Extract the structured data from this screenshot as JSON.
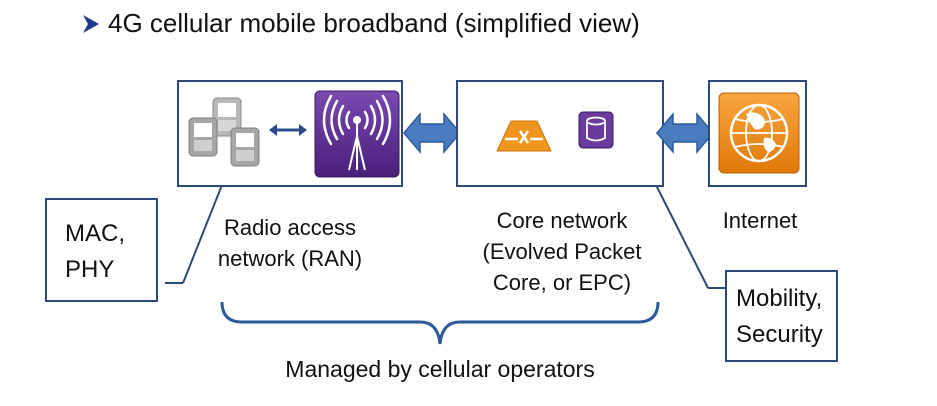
{
  "title": "4G cellular mobile broadband (simplified view)",
  "boxes": {
    "ran_label_line1": "Radio access",
    "ran_label_line2": "network (RAN)",
    "core_label_line1": "Core network",
    "core_label_line2": "(Evolved Packet",
    "core_label_line3": "Core, or EPC)",
    "internet_label": "Internet"
  },
  "notes": {
    "left_line1": "MAC,",
    "left_line2": "PHY",
    "right_line1": "Mobility,",
    "right_line2": "Security"
  },
  "brace_label": "Managed by cellular operators",
  "colors": {
    "box_border": "#2e4a7a",
    "arrow_fill": "#4a7cc0",
    "tower_purple": "#5a2a8c",
    "router_orange": "#f0961e",
    "globe_orange": "#f08a14",
    "phone_gray": "#9a9a9a"
  },
  "icons": [
    "phones-icon",
    "cell-tower-icon",
    "router-icon",
    "database-icon",
    "globe-icon",
    "bidirectional-arrow-icon"
  ]
}
